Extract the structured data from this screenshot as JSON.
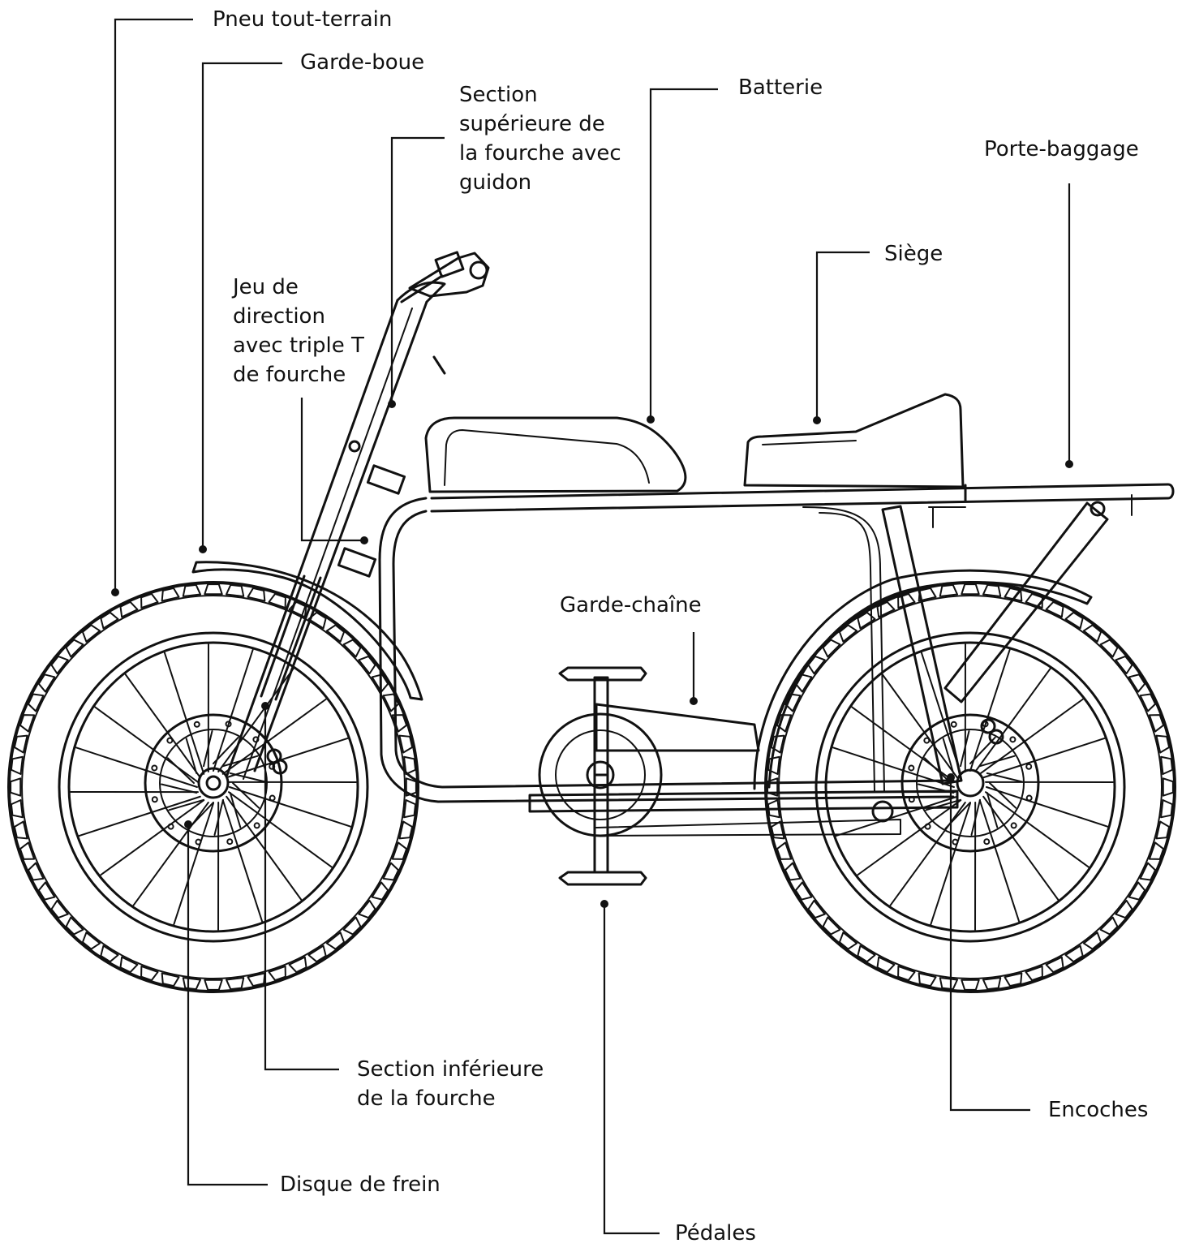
{
  "colors": {
    "line": "#111111",
    "background": "#ffffff"
  },
  "labels": {
    "pneu": "Pneu tout-terrain",
    "garde_boue": "Garde-boue",
    "section_sup": [
      "Section",
      "supérieure de",
      "la fourche avec",
      "guidon"
    ],
    "batterie": "Batterie",
    "porte_baggage": "Porte-baggage",
    "siege": "Siège",
    "jeu_direction": [
      "Jeu de",
      "direction",
      "avec triple T",
      "de fourche"
    ],
    "garde_chaine": "Garde-chaîne",
    "section_inf": [
      "Section inférieure",
      "de la fourche"
    ],
    "encoches": "Encoches",
    "disque": "Disque de frein",
    "pedales": "Pédales"
  }
}
